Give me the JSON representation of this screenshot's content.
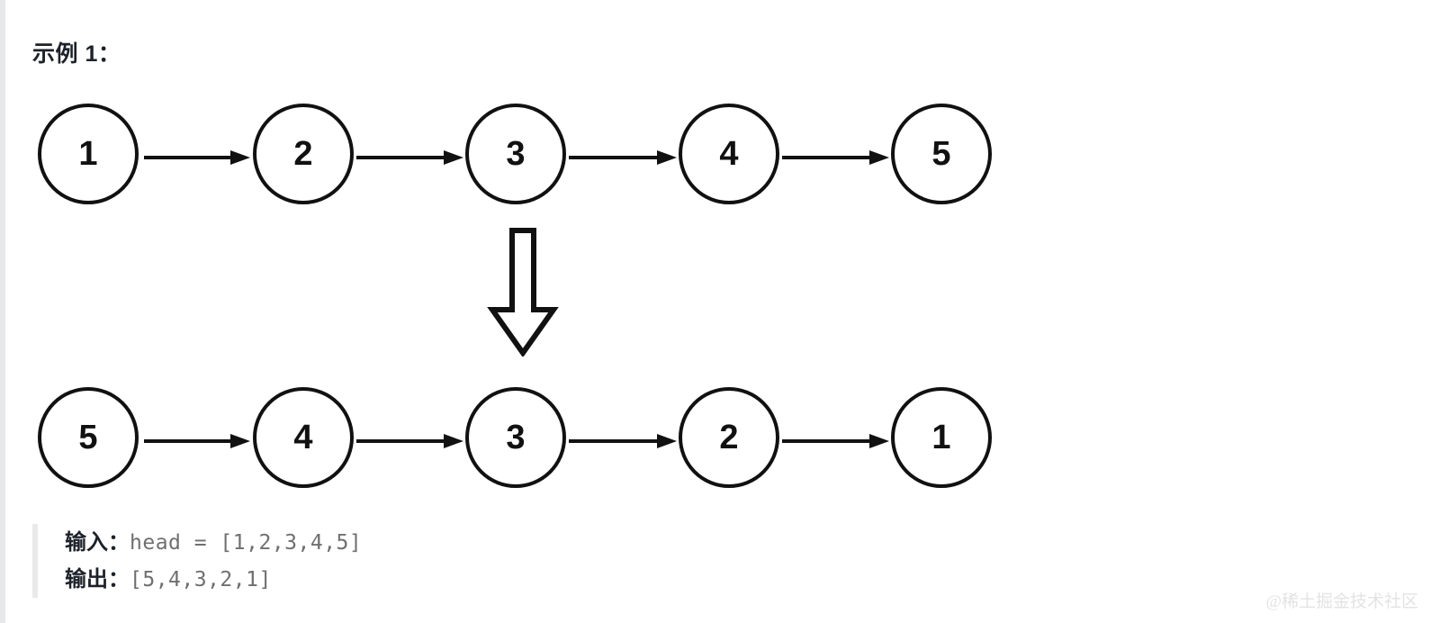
{
  "page": {
    "title": "示例 1：",
    "background_color": "#ffffff",
    "gutter_color": "#e6e8ea"
  },
  "diagram": {
    "type": "linked-list-reversal",
    "node_stroke_color": "#111111",
    "node_fill_color": "#ffffff",
    "edge_color": "#111111",
    "rows": [
      {
        "name": "input-list",
        "nodes": [
          "1",
          "2",
          "3",
          "4",
          "5"
        ],
        "edge_direction": "right"
      },
      {
        "name": "output-list",
        "nodes": [
          "5",
          "4",
          "3",
          "2",
          "1"
        ],
        "edge_direction": "right"
      }
    ],
    "transform_arrow": {
      "icon": "arrow-down-outline-icon",
      "direction": "down",
      "fill": "#ffffff",
      "stroke": "#111111"
    }
  },
  "io": {
    "input": {
      "label": "输入：",
      "value": "head = [1,2,3,4,5]"
    },
    "output": {
      "label": "输出：",
      "value": "[5,4,3,2,1]"
    },
    "accent_color": "#e9e9e9",
    "value_color": "#6f6f6f"
  },
  "watermark": {
    "text": "@稀土掘金技术社区",
    "color": "#e3e3e3"
  }
}
